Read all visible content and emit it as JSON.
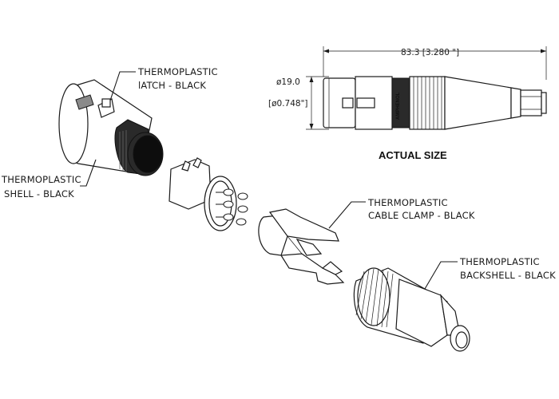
{
  "labels": {
    "latch": [
      "THERMOPLASTIC",
      "lATCH - BLACK"
    ],
    "shell": [
      "THERMOPLASTIC",
      "SHELL - BLACK"
    ],
    "clamp": [
      "THERMOPLASTIC",
      "CABLE CLAMP - BLACK"
    ],
    "backshell": [
      "THERMOPLASTIC",
      "BACKSHELL - BLACK"
    ]
  },
  "dimensions": {
    "length": "83.3  [3.280 \"]",
    "diameter_mm": "ø19.0",
    "diameter_in": "[ø0.748\"]"
  },
  "actual_size_caption": "ACTUAL SIZE",
  "brand": "AMPHENOL"
}
